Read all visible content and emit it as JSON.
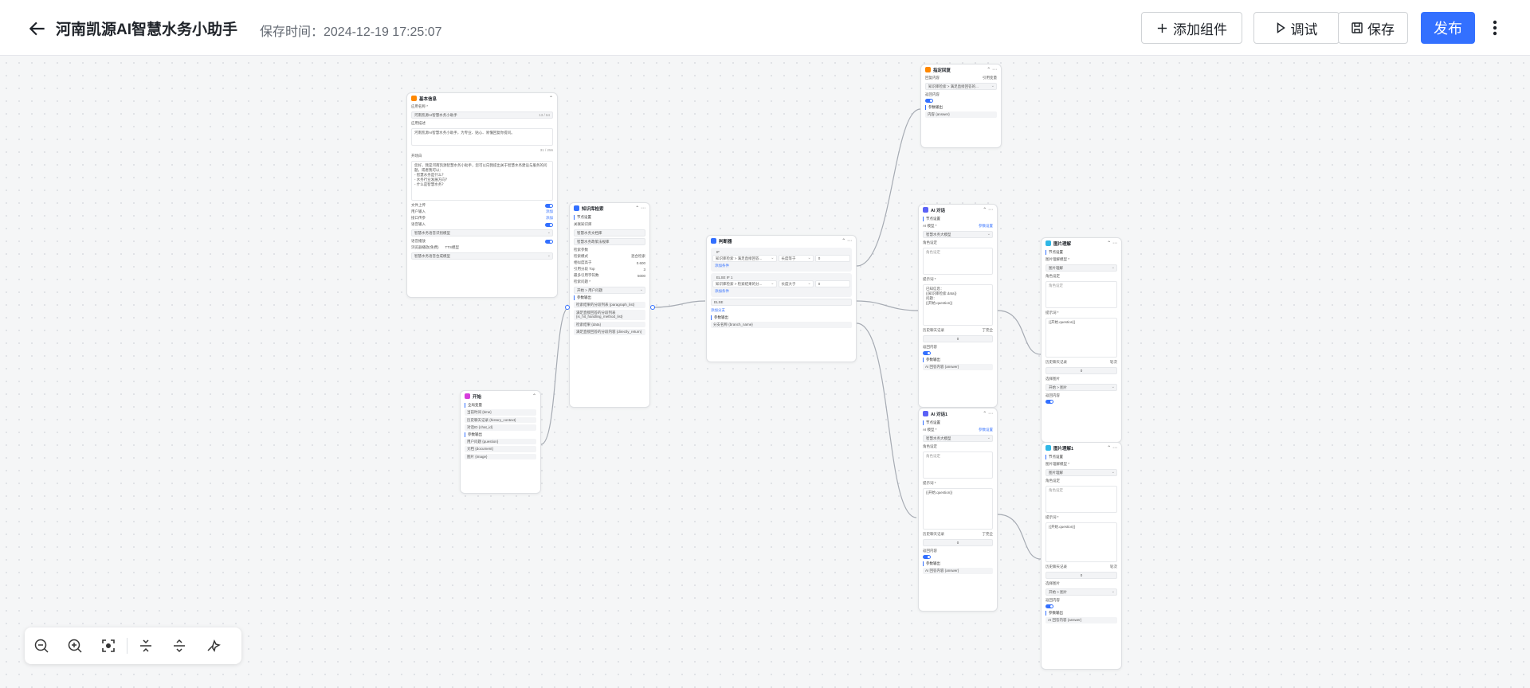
{
  "header": {
    "title": "河南凯源AI智慧水务小助手",
    "save_time_label": "保存时间：2024-12-19 17:25:07",
    "buttons": {
      "add_component": "添加组件",
      "debug": "调试",
      "save": "保存",
      "publish": "发布"
    }
  },
  "nodes": {
    "basic_info": {
      "title": "基本信息",
      "app_name_label": "应用名称 *",
      "app_name_value": "河南凯源AI智慧水务小助手",
      "app_name_count": "13 / 64",
      "desc_label": "应用描述",
      "desc_value": "河南凯源AI智慧水务小助手，为专业、贴心、易懂回复你提问。",
      "desc_count": "31 / 256",
      "opening_label": "开场白",
      "opening_value": "您好，我是河南凯源智慧水务小助手，您可以向我提出关于智慧水务建设与服务的问题，或者我可以：\n- 智慧水务是什么？\n- 水务行业发展方向？\n- 什么是智慧水务？",
      "rows": [
        {
          "label": "文件上传",
          "type": "toggle"
        },
        {
          "label": "用户输入",
          "type": "link",
          "link": "添加"
        },
        {
          "label": "接口传参",
          "type": "link",
          "link": "添加"
        },
        {
          "label": "语音输入",
          "type": "toggle"
        }
      ],
      "voice_input_value": "智慧水务语音识别模型",
      "voice_play_label": "语音播放",
      "voice_play_options": "浏览器播放(免费)",
      "voice_play_option2": "TTS模型",
      "voice_play_value": "智慧水务语音合成模型"
    },
    "start": {
      "title": "开始",
      "global_vars_label": "全局变量",
      "global_vars": [
        "当前时间 {time}",
        "历史聊天记录 {history_context}",
        "对话ID {chat_id}"
      ],
      "params_label": "参数输出",
      "params": [
        "用户问题 {question}",
        "文档 {document}",
        "图片 {image}"
      ]
    },
    "kb_search": {
      "title": "知识库检索",
      "node_settings": "节点设置",
      "kb_label": "关联知识库",
      "kb_items": [
        "智慧水务文档库",
        "智慧水务政策法规库"
      ],
      "search_params_label": "检索参数",
      "param_rows": [
        [
          "检索模式",
          "混合检索"
        ],
        [
          "相似度高于",
          "0.600"
        ],
        [
          "引用分段 Top",
          "3"
        ],
        [
          "最多引用字符数",
          "5000"
        ]
      ],
      "question_label": "检索问题 *",
      "question_value": "开始 > 用户问题",
      "output_label": "参数输出",
      "outputs": [
        "检索结果的分段列表 {paragraph_list}",
        "满足直接回答的分段列表 {is_hit_handling_method_list}",
        "检索结果 {data}",
        "满足直接回答的分段内容 {directly_return}"
      ]
    },
    "condition": {
      "title": "判断器",
      "if_label": "IF",
      "if_field": "知识库检索 > 满足直接回答...",
      "if_op": "长度等于",
      "if_val": "0",
      "add_condition": "添加条件",
      "elseif_label": "ELSE IF 1",
      "elseif_field": "知识库检索 > 检索结果的分...",
      "elseif_op": "长度大于",
      "elseif_val": "0",
      "else_label": "ELSE",
      "add_branch": "添加分支",
      "output_label": "参数输出",
      "output_value": "分支名称 {branch_name}"
    },
    "direct_reply": {
      "title": "指定回复",
      "content_label": "回复内容",
      "content_type": "引用变量",
      "content_value": "知识库检索 > 满足直接回答的...",
      "return_label": "返回内容",
      "output_label": "参数输出",
      "output_value": "内容 {answer}"
    },
    "ai_chat": {
      "title": "AI 对话",
      "node_settings": "节点设置",
      "model_label": "AI 模型 *",
      "model_link": "参数设置",
      "model_value": "智慧水务大模型",
      "role_label": "角色设定",
      "role_placeholder": "角色设定",
      "prompt_label": "提示词 *",
      "prompt_value": "已知信息：\n{{知识库检索.data}}\n问题：\n{{开始.question}}",
      "history_label": "历史聊天记录",
      "history_unit": "0",
      "history_mode": "丁完全",
      "return_label": "返回内容",
      "output_label": "参数输出",
      "output_value": "AI 回答内容 {answer}"
    },
    "ai_chat1": {
      "title": "AI 对话1",
      "node_settings": "节点设置",
      "model_label": "AI 模型 *",
      "model_link": "参数设置",
      "model_value": "智慧水务大模型",
      "role_label": "角色设定",
      "role_placeholder": "角色设定",
      "prompt_label": "提示词 *",
      "prompt_value": "{{开始.question}}",
      "history_label": "历史聊天记录",
      "history_unit": "0",
      "history_mode": "丁完全",
      "return_label": "返回内容",
      "output_label": "参数输出",
      "output_value": "AI 回答内容 {answer}"
    },
    "image_understand": {
      "title": "图片理解",
      "node_settings": "节点设置",
      "model_label": "图片理解模型 *",
      "model_value": "图片理解",
      "role_label": "角色设定",
      "role_placeholder": "角色设定",
      "prompt_label": "提示词 *",
      "prompt_value": "{{开始.question}}",
      "history_label": "历史聊天记录",
      "history_unit": "0",
      "history_mode": "轮次",
      "image_label": "选择图片",
      "image_value": "开始 > 图片",
      "return_label": "返回内容",
      "output_label": "参数输出"
    },
    "image_understand1": {
      "title": "图片理解1",
      "node_settings": "节点设置",
      "model_label": "图片理解模型 *",
      "model_value": "图片理解",
      "role_label": "角色设定",
      "role_placeholder": "角色设定",
      "prompt_label": "提示词 *",
      "prompt_value": "{{开始.question}}",
      "history_label": "历史聊天记录",
      "history_unit": "0",
      "history_mode": "轮次",
      "image_label": "选择图片",
      "image_value": "开始 > 图片",
      "return_label": "返回内容",
      "output_label": "参数输出",
      "output_value": "AI 回答内容 {answer}"
    }
  },
  "colors": {
    "primary": "#3370ff",
    "node_basic": "#ff8800",
    "node_start": "#d63ddb",
    "node_kb": "#3370ff",
    "node_condition": "#3370ff",
    "node_reply": "#ff8800",
    "node_ai": "#5b62f6",
    "node_image": "#2fb7e6"
  },
  "icons": {
    "back": "arrow-left-icon",
    "add": "plus-icon",
    "debug": "play-icon",
    "save": "floppy-icon",
    "more": "vertical-dots-icon",
    "zoom": [
      "zoom-out-icon",
      "zoom-in-icon",
      "fit-view-icon",
      "collapse-all-icon",
      "expand-all-icon",
      "auto-layout-icon"
    ]
  }
}
